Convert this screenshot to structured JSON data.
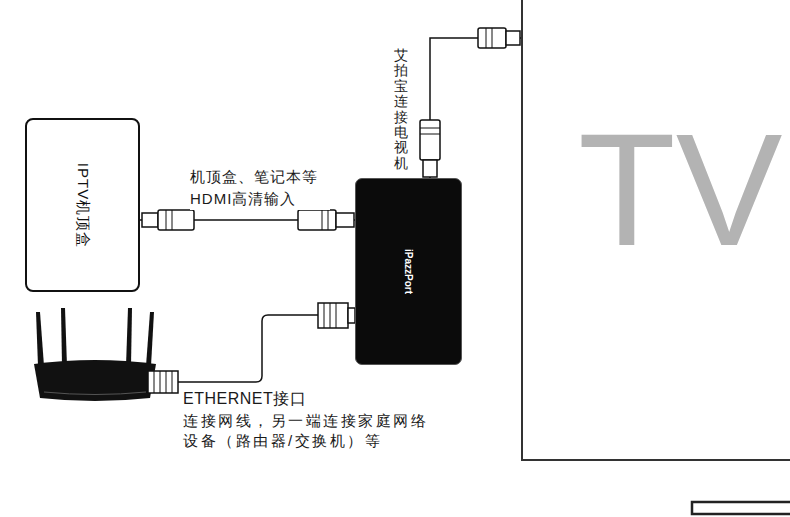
{
  "diagram": {
    "nodes": [
      {
        "text": [
          "IPTV机顶盒"
        ]
      },
      {
        "text": [
          "iPazzPort"
        ]
      },
      {
        "text": [
          "TV"
        ]
      }
    ],
    "edges": [
      {
        "from": 0,
        "to": 1,
        "arrow": "none",
        "label": "机顶盒、笔记本等 HDMI高清输入"
      },
      {
        "from": 1,
        "to": 2,
        "arrow": "none",
        "label": "艾拍宝连接电视机"
      }
    ],
    "labels": [
      "ETHERNET接口",
      "连接网线，另一端连接家庭网络 设备（路由器/交换机）等"
    ]
  }
}
